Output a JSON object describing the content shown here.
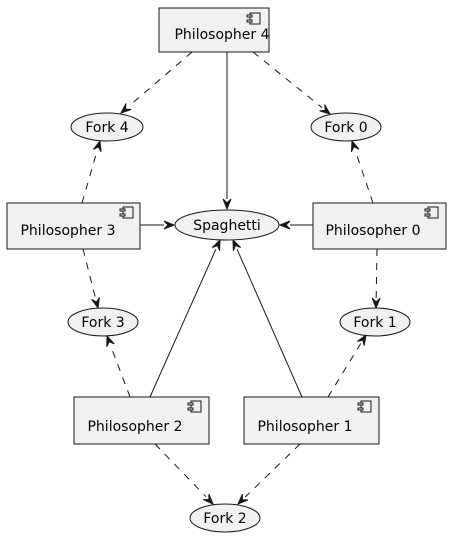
{
  "components": [
    {
      "id": "p4",
      "label": "Philosopher 4"
    },
    {
      "id": "p3",
      "label": "Philosopher 3"
    },
    {
      "id": "p0",
      "label": "Philosopher 0"
    },
    {
      "id": "p2",
      "label": "Philosopher 2"
    },
    {
      "id": "p1",
      "label": "Philosopher 1"
    }
  ],
  "resources": [
    {
      "id": "f4",
      "label": "Fork 4"
    },
    {
      "id": "f0",
      "label": "Fork 0"
    },
    {
      "id": "sp",
      "label": "Spaghetti"
    },
    {
      "id": "f3",
      "label": "Fork 3"
    },
    {
      "id": "f1",
      "label": "Fork 1"
    },
    {
      "id": "f2",
      "label": "Fork 2"
    }
  ],
  "edges": [
    {
      "from": "p4",
      "to": "f4",
      "style": "dashed"
    },
    {
      "from": "p4",
      "to": "f0",
      "style": "dashed"
    },
    {
      "from": "p4",
      "to": "sp",
      "style": "solid"
    },
    {
      "from": "p3",
      "to": "f4",
      "style": "dashed"
    },
    {
      "from": "p3",
      "to": "sp",
      "style": "solid"
    },
    {
      "from": "p3",
      "to": "f3",
      "style": "dashed"
    },
    {
      "from": "p0",
      "to": "f0",
      "style": "dashed"
    },
    {
      "from": "p0",
      "to": "sp",
      "style": "solid"
    },
    {
      "from": "p0",
      "to": "f1",
      "style": "dashed"
    },
    {
      "from": "p2",
      "to": "f3",
      "style": "dashed"
    },
    {
      "from": "p2",
      "to": "sp",
      "style": "solid"
    },
    {
      "from": "p2",
      "to": "f2",
      "style": "dashed"
    },
    {
      "from": "p1",
      "to": "sp",
      "style": "solid"
    },
    {
      "from": "p1",
      "to": "f1",
      "style": "dashed"
    },
    {
      "from": "p1",
      "to": "f2",
      "style": "dashed"
    }
  ]
}
